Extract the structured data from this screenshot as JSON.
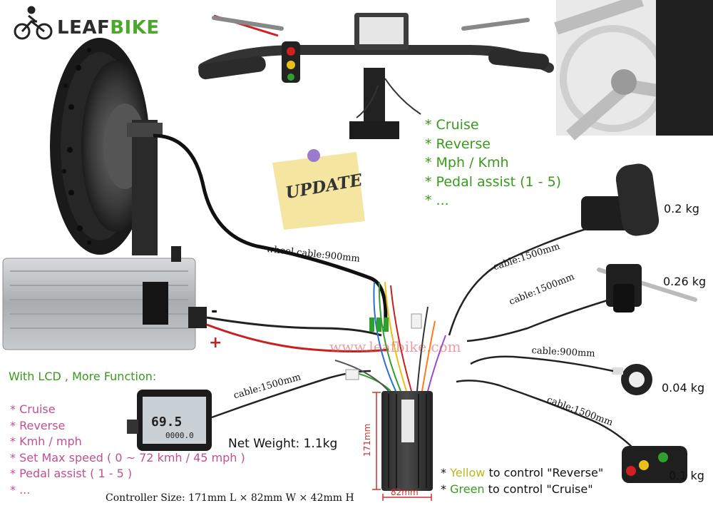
{
  "brand": {
    "name_leaf": "LEAF",
    "name_bike": "BIKE",
    "leaf_color": "#2c2c2c",
    "bike_color": "#4aa82a"
  },
  "update_note": "UPDATE",
  "features_top": [
    "* Cruise",
    "* Reverse",
    "* Mph / Kmh",
    "* Pedal assist (1 - 5)",
    "* ..."
  ],
  "lcd_section": {
    "title": "With LCD , More Function:",
    "items": [
      "* Cruise",
      "* Reverse",
      "* Kmh / mph",
      "* Set Max speed ( 0 ~ 72 kmh / 45 mph )",
      "* Pedal assist ( 1 - 5 )",
      "* ..."
    ]
  },
  "cables": {
    "wheel": "wheel cable:900mm",
    "throttle": "cable:1500mm",
    "brake": "cable:1500mm",
    "pas": "cable:900mm",
    "switch": "cable:1500mm",
    "lcd": "cable:1500mm"
  },
  "weights": {
    "throttle": "0.2 kg",
    "brake": "0.26 kg",
    "pas": "0.04 kg",
    "switch": "0.1 kg"
  },
  "battery_terminals": {
    "negative": "-",
    "positive": "+"
  },
  "watermark": "www.leafbike.com",
  "controller": {
    "net_weight": "Net Weight: 1.1kg",
    "height_label": "171mm",
    "width_label": "82mm",
    "size": "Controller Size: 171mm L × 82mm W × 42mm H"
  },
  "notes": {
    "yellow": {
      "prefix": "* ",
      "color_word": "Yellow",
      "rest": " to control \"Reverse\"",
      "color": "#b8b820"
    },
    "green": {
      "prefix": "* ",
      "color_word": "Green",
      "rest": " to control \"Cruise\"",
      "color": "#3a9a1c"
    }
  },
  "lcd_screen": {
    "speed": "69.5",
    "odo": "0000.0"
  }
}
